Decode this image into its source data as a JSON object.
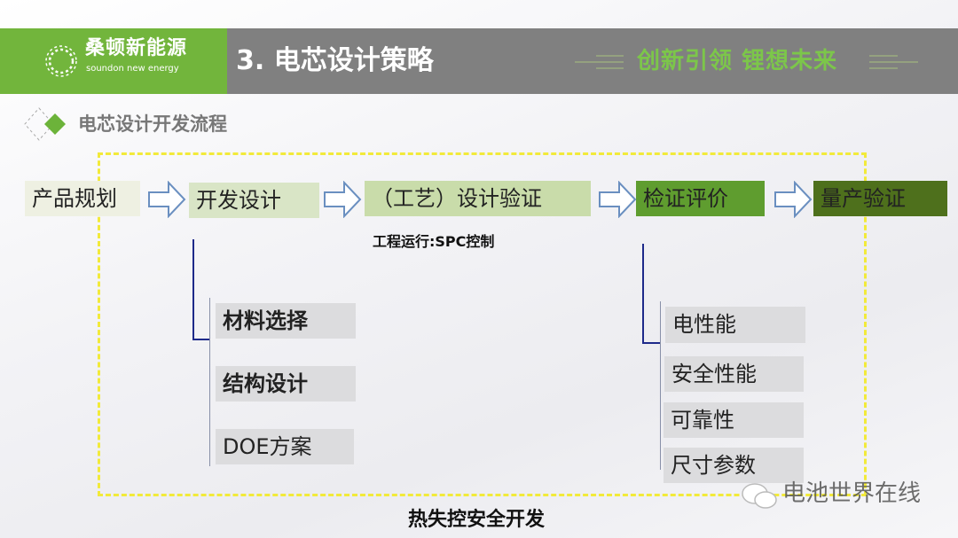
{
  "header": {
    "logo_cn": "桑顿新能源",
    "logo_en": "soundon new energy",
    "title": "3. 电芯设计策略",
    "slogan": "创新引领  锂想未来"
  },
  "section": {
    "title": "电芯设计开发流程"
  },
  "flow": [
    {
      "label": "产品规划",
      "color": "#eef0e2"
    },
    {
      "label": "开发设计",
      "color": "#d9e5c6"
    },
    {
      "label": "（工艺）设计验证",
      "color": "#c9dcaa"
    },
    {
      "label": "检证评价",
      "color": "#5f9d2f"
    },
    {
      "label": "量产验证",
      "color": "#4e701c"
    }
  ],
  "process_note": "工程运行:SPC控制",
  "design_items": [
    "材料选择",
    "结构设计",
    "DOE方案"
  ],
  "eval_items": [
    "电性能",
    "安全性能",
    "可靠性",
    "尺寸参数"
  ],
  "footer": {
    "title": "热失控安全开发",
    "watermark": "电池世界在线"
  }
}
